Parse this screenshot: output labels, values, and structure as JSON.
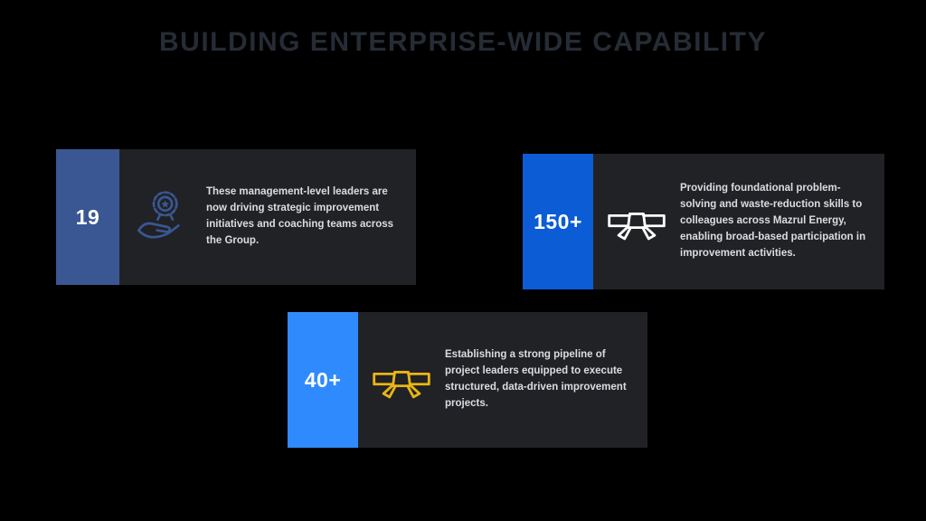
{
  "title": "BUILDING ENTERPRISE-WIDE CAPABILITY",
  "colors": {
    "background": "#000000",
    "title": "#262c35",
    "card_body": "#212225"
  },
  "cards": [
    {
      "number": "19",
      "accent": "#3a5794",
      "icon": "badge-in-hand-icon",
      "icon_color": "#3a5794",
      "text": "These management-level leaders are now driving strategic improvement initiatives and coaching teams across the Group."
    },
    {
      "number": "150+",
      "accent": "#0b5cd5",
      "icon": "white-belt-icon",
      "icon_color": "#ffffff",
      "text": "Providing foundational problem-solving and waste-reduction skills to colleagues across Mazrul Energy, enabling broad-based participation in improvement activities."
    },
    {
      "number": "40+",
      "accent": "#2f8bfd",
      "icon": "yellow-belt-icon",
      "icon_color": "#e9b514",
      "text": "Establishing a strong pipeline of project leaders equipped to execute structured, data-driven improvement projects."
    }
  ]
}
